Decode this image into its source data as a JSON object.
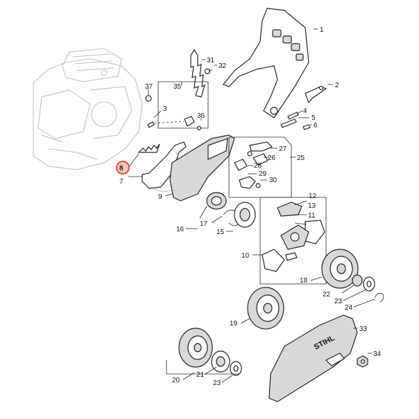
{
  "diagram": {
    "highlighted_label": "8",
    "highlight_color": "#d9534f",
    "brand_text": "STIHL",
    "callouts": [
      "1",
      "2",
      "3",
      "4",
      "5",
      "6",
      "7",
      "8",
      "9",
      "10",
      "11",
      "12",
      "13",
      "15",
      "16",
      "17",
      "18",
      "19",
      "20",
      "21",
      "22",
      "23",
      "23",
      "24",
      "25",
      "26",
      "27",
      "28",
      "29",
      "30",
      "31",
      "32",
      "33",
      "34",
      "35",
      "36",
      "37"
    ]
  }
}
